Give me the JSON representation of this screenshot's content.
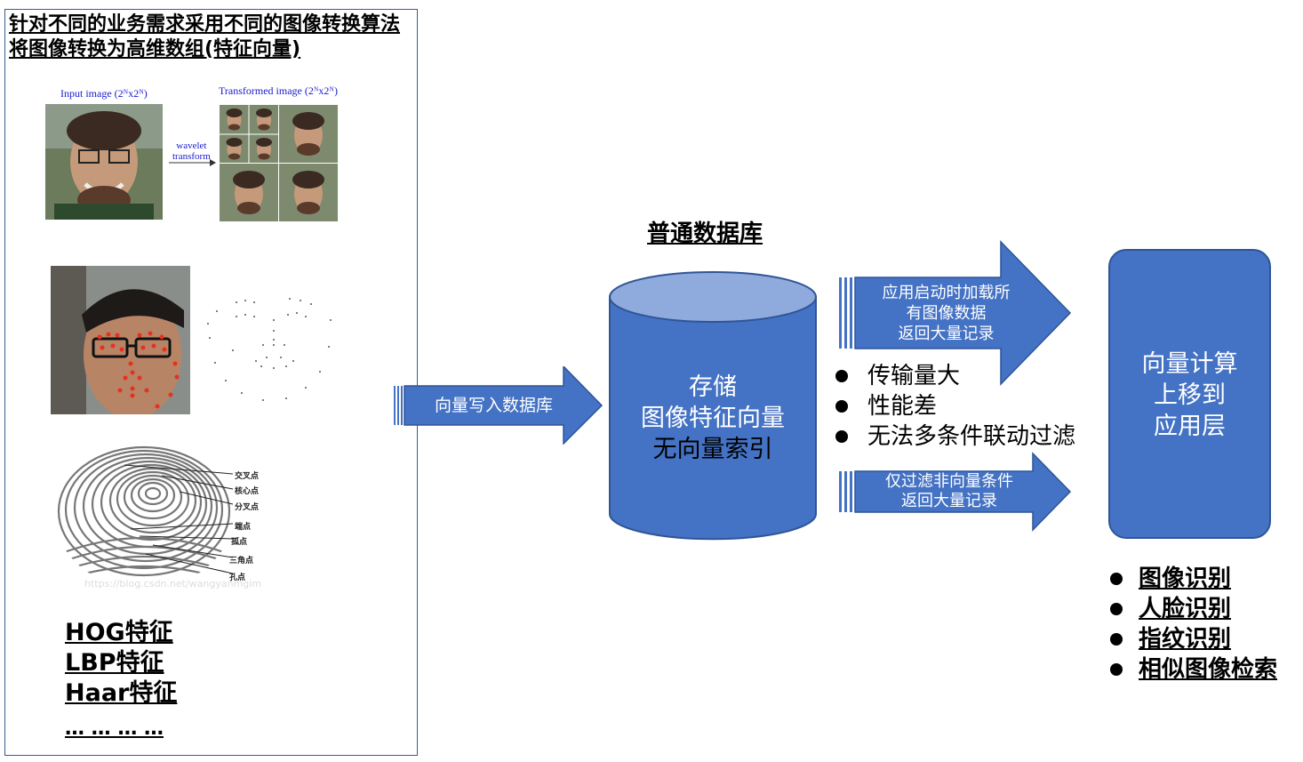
{
  "left_panel": {
    "title_line1": "针对不同的业务需求采用不同的图像转换算法",
    "title_line2": "将图像转换为高维数组(特征向量)",
    "wavelet": {
      "input_label": "Input image (2ᴺx2ᴺ)",
      "transformed_label": "Transformed image (2ᴺx2ᴺ)",
      "arrow_label_line1": "wavelet",
      "arrow_label_line2": "transform"
    },
    "fingerprint_labels": [
      "交叉点",
      "核心点",
      "分叉点",
      "端点",
      "孤点",
      "三角点",
      "孔点"
    ],
    "watermark": "https://blog.csdn.net/wangyanmgim",
    "features": [
      "HOG特征",
      "LBP特征",
      "Haar特征",
      "… … … …"
    ]
  },
  "write_arrow_label": "向量写入数据库",
  "database": {
    "title": "普通数据库",
    "line1": "存储",
    "line2": "图像特征向量",
    "line3": "无向量索引"
  },
  "load_arrow": {
    "line1": "应用启动时加载所",
    "line2": "有图像数据",
    "line3": "返回大量记录"
  },
  "problems": [
    "传输量大",
    "性能差",
    "无法多条件联动过滤"
  ],
  "filter_arrow": {
    "line1": "仅过滤非向量条件",
    "line2": "返回大量记录"
  },
  "app_layer": {
    "line1": "向量计算",
    "line2": "上移到",
    "line3": "应用层"
  },
  "use_cases": [
    "图像识别",
    "人脸识别",
    "指纹识别",
    "相似图像检索"
  ],
  "colors": {
    "accent_blue": "#4472c4",
    "cylinder_top": "#8faadc",
    "border_blue": "#2f5597"
  }
}
